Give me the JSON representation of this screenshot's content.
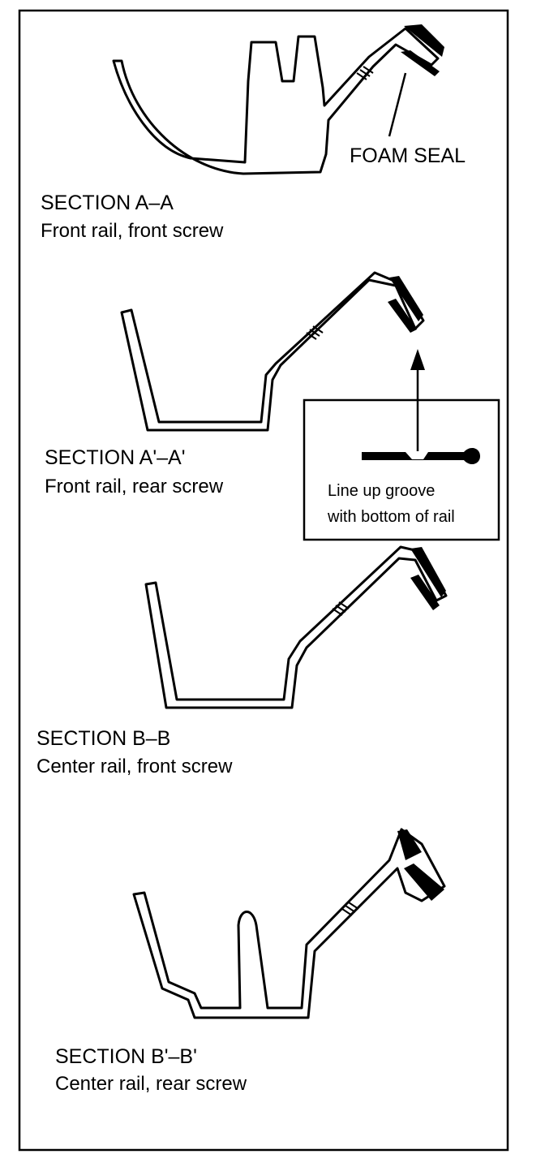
{
  "colors": {
    "ink": "#000000",
    "paper": "#ffffff"
  },
  "callout_label": "FOAM SEAL",
  "sections": [
    {
      "title": "SECTION A–A",
      "subtitle": "Front rail, front screw"
    },
    {
      "title": "SECTION A'–A'",
      "subtitle": "Front rail, rear screw"
    },
    {
      "title": "SECTION B–B",
      "subtitle": "Center rail, front screw"
    },
    {
      "title": "SECTION B'–B'",
      "subtitle": "Center rail, rear screw"
    }
  ],
  "inset": {
    "line1": "Line up groove",
    "line2": "with bottom of rail"
  }
}
